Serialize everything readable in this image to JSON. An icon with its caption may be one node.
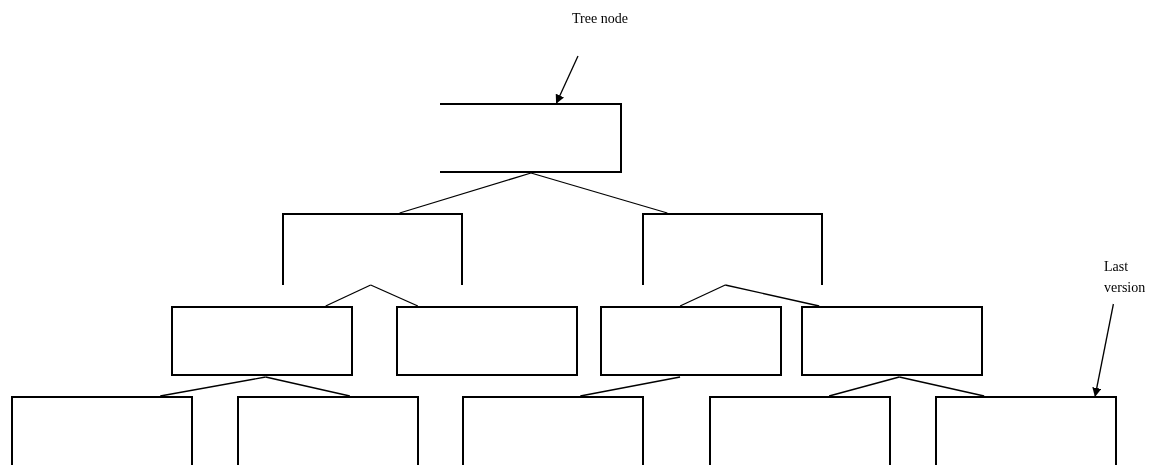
{
  "diagram": {
    "nodes": [
      {
        "text": [
          "Tree node"
        ]
      },
      {
        "text": [],
        "shape": "box"
      },
      {
        "text": [],
        "shape": "box"
      },
      {
        "text": [],
        "shape": "box"
      },
      {
        "text": [],
        "shape": "box"
      },
      {
        "text": [],
        "shape": "box"
      },
      {
        "text": [],
        "shape": "box"
      },
      {
        "text": [],
        "shape": "box"
      },
      {
        "text": [],
        "shape": "box"
      },
      {
        "text": [],
        "shape": "box"
      },
      {
        "text": [],
        "shape": "box"
      },
      {
        "text": [],
        "shape": "box"
      },
      {
        "text": [],
        "shape": "box"
      },
      {
        "text": [
          "Last version"
        ]
      }
    ],
    "edges": [
      {
        "from": 0,
        "to": 1,
        "arrow": "to"
      },
      {
        "from": 1,
        "to": 2,
        "arrow": "none"
      },
      {
        "from": 1,
        "to": 3,
        "arrow": "none"
      },
      {
        "from": 2,
        "to": 4,
        "arrow": "none"
      },
      {
        "from": 2,
        "to": 5,
        "arrow": "none"
      },
      {
        "from": 3,
        "to": 6,
        "arrow": "none"
      },
      {
        "from": 3,
        "to": 7,
        "arrow": "none"
      },
      {
        "from": 4,
        "to": 8,
        "arrow": "none"
      },
      {
        "from": 4,
        "to": 9,
        "arrow": "none"
      },
      {
        "from": 6,
        "to": 10,
        "arrow": "none"
      },
      {
        "from": 7,
        "to": 11,
        "arrow": "none"
      },
      {
        "from": 7,
        "to": 12,
        "arrow": "none"
      },
      {
        "from": 13,
        "to": 12,
        "arrow": "to"
      }
    ]
  }
}
